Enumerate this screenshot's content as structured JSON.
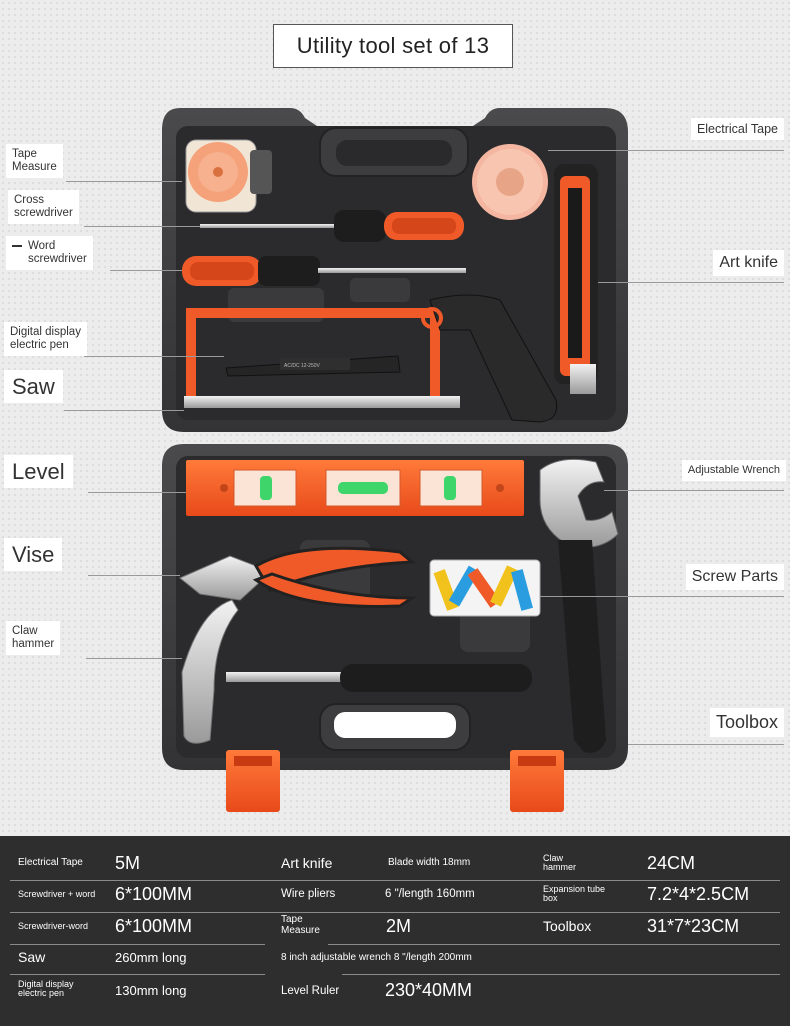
{
  "title": "Utility tool set of 13",
  "labels": {
    "tape_measure": "Tape\nMeasure",
    "cross_screwdriver": "Cross\nscrewdriver",
    "word_screwdriver": "Word\nscrewdriver",
    "digital_pen": "Digital display\nelectric pen",
    "saw": "Saw",
    "level": "Level",
    "vise": "Vise",
    "claw_hammer": "Claw\nhammer",
    "electrical_tape": "Electrical Tape",
    "art_knife": "Art knife",
    "adjustable_wrench": "Adjustable Wrench",
    "screw_parts": "Screw Parts",
    "toolbox": "Toolbox"
  },
  "colors": {
    "case": "#3a3a3c",
    "case_inner": "#2a2a2c",
    "accent_orange": "#f05a28",
    "spec_bg": "#2e2e2e"
  },
  "specs": {
    "r1": {
      "c1": "Electrical Tape",
      "c2": "5M",
      "c3": "Art knife",
      "c4": "Blade width 18mm",
      "c5": "Claw\nhammer",
      "c6": "24CM"
    },
    "r2": {
      "c1": "Screwdriver + word",
      "c2": "6*100MM",
      "c3": "Wire pliers",
      "c4": "6 \"/length 160mm",
      "c5": "Expansion tube\nbox",
      "c6": "7.2*4*2.5CM"
    },
    "r3": {
      "c1": "Screwdriver-word",
      "c2": "6*100MM",
      "c3": "Tape\nMeasure",
      "c4": "2M",
      "c5": "Toolbox",
      "c6": "31*7*23CM"
    },
    "r4": {
      "c1": "Saw",
      "c2": "260mm long",
      "c3": "8 inch adjustable wrench 8 \"/length 200mm"
    },
    "r5": {
      "c1": "Digital display\nelectric pen",
      "c2": "130mm long",
      "c3": "Level Ruler",
      "c4": "230*40MM"
    }
  },
  "pen_text": "AC/DC 12-250V"
}
